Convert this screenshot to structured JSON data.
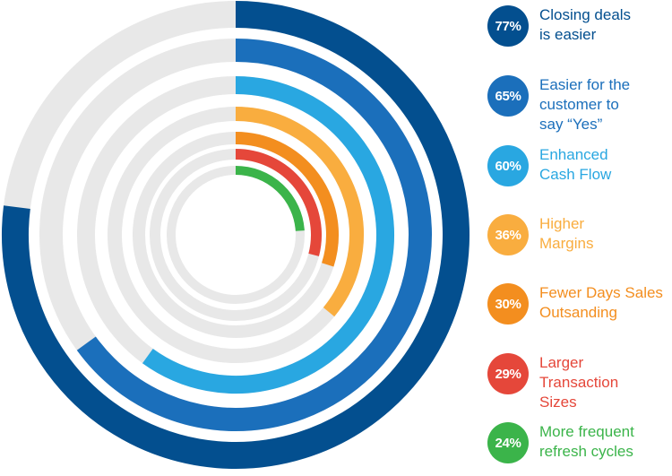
{
  "chart_data": {
    "type": "radial-bar",
    "track_color": "#e8e8e8",
    "series": [
      {
        "value": 77,
        "percent_label": "77%",
        "label_lines": [
          "Closing deals",
          "is easier"
        ],
        "color": "#034f8f"
      },
      {
        "value": 65,
        "percent_label": "65%",
        "label_lines": [
          "Easier for the",
          "customer to",
          "say “Yes”"
        ],
        "color": "#1b6fbb"
      },
      {
        "value": 60,
        "percent_label": "60%",
        "label_lines": [
          "Enhanced",
          "Cash Flow"
        ],
        "color": "#29a7e1"
      },
      {
        "value": 36,
        "percent_label": "36%",
        "label_lines": [
          "Higher",
          "Margins"
        ],
        "color": "#f9ad3f"
      },
      {
        "value": 30,
        "percent_label": "30%",
        "label_lines": [
          "Fewer Days Sales",
          "Outsanding"
        ],
        "color": "#f38e1f"
      },
      {
        "value": 29,
        "percent_label": "29%",
        "label_lines": [
          "Larger",
          "Transaction",
          "Sizes"
        ],
        "color": "#e5473a"
      },
      {
        "value": 24,
        "percent_label": "24%",
        "label_lines": [
          "More frequent",
          "refresh cycles"
        ],
        "color": "#3bb44a"
      }
    ]
  }
}
